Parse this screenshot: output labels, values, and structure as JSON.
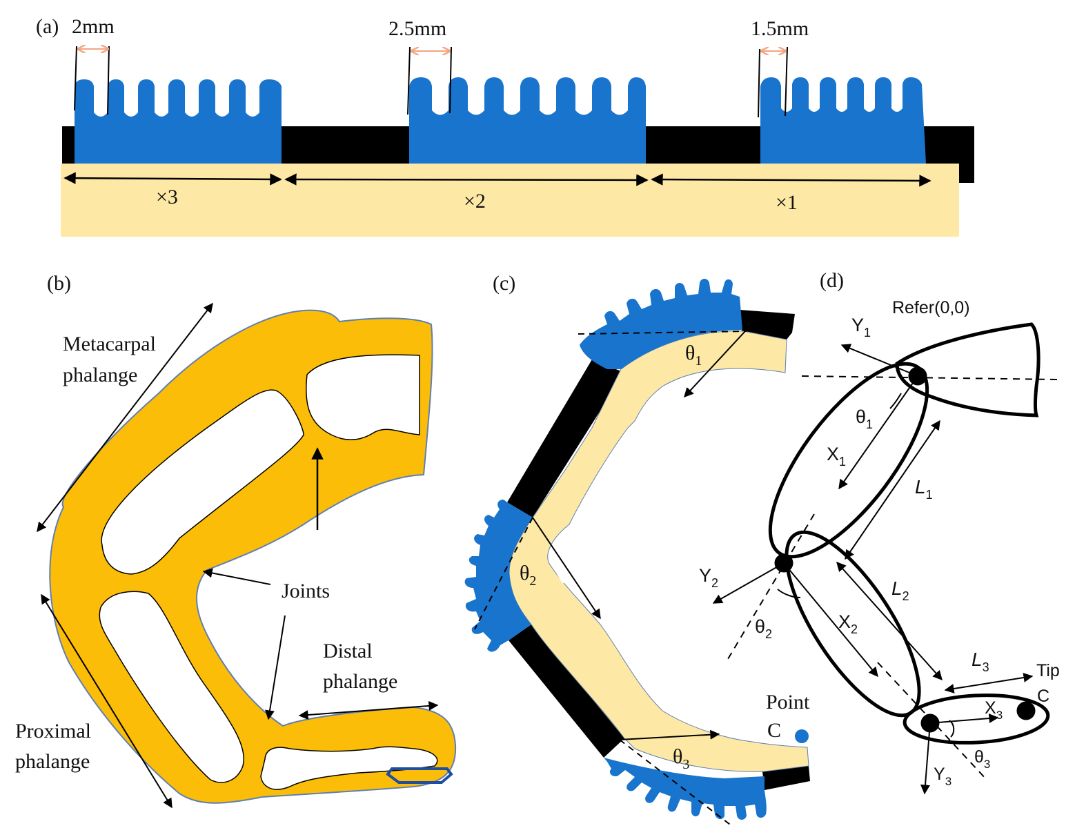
{
  "colors": {
    "blue": "#1874cd",
    "black": "#000000",
    "cream": "#fde9a5",
    "orange": "#fbbd08",
    "orange_outline": "#5f7fb2",
    "pink": "#f4a582"
  },
  "panel_a": {
    "label": "(a)",
    "spacing_labels": [
      "2mm",
      "2.5mm",
      "1.5mm"
    ],
    "multipliers": [
      "×3",
      "×2",
      "×1"
    ]
  },
  "panel_b": {
    "label": "(b)",
    "metacarpal_line1": "Metacarpal",
    "metacarpal_line2": "phalange",
    "joints": "Joints",
    "distal_line1": "Distal",
    "distal_line2": "phalange",
    "proximal_line1": "Proximal",
    "proximal_line2": "phalange"
  },
  "panel_c": {
    "label": "(c)",
    "theta1": "θ",
    "theta1_sub": "1",
    "theta2": "θ",
    "theta2_sub": "2",
    "theta3": "θ",
    "theta3_sub": "3",
    "point_line1": "Point",
    "point_line2": "C"
  },
  "panel_d": {
    "label": "(d)",
    "refer": "Refer(0,0)",
    "y1": "Y",
    "y1_sub": "1",
    "theta1": "θ",
    "theta1_sub": "1",
    "x1": "X",
    "x1_sub": "1",
    "l1": "L",
    "l1_sub": "1",
    "y2": "Y",
    "y2_sub": "2",
    "l2": "L",
    "l2_sub": "2",
    "theta2": "θ",
    "theta2_sub": "2",
    "x2": "X",
    "x2_sub": "2",
    "l3": "L",
    "l3_sub": "3",
    "tip": "Tip",
    "c": "C",
    "x3": "X",
    "x3_sub": "3",
    "theta3": "θ",
    "theta3_sub": "3",
    "y3": "Y",
    "y3_sub": "3"
  }
}
